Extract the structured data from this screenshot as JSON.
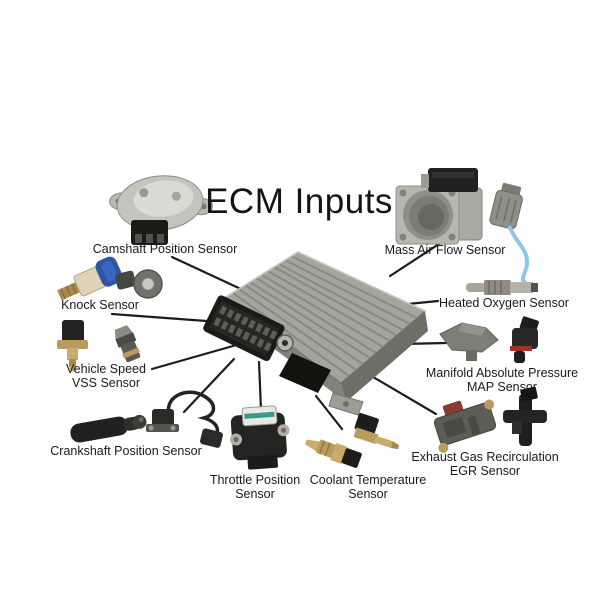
{
  "title": "ECM Inputs",
  "colors": {
    "background": "#ffffff",
    "text": "#1a1a1a",
    "leader_line": "#1c1c1c",
    "ecm_body": "#a5a59d",
    "o2_cable_blue": "#8ec6e8",
    "brass": "#b99b5f",
    "knock_cap_blue": "#2e55a8"
  },
  "diagram_type": "labeled-hub-diagram",
  "hub": {
    "name": "ECM module"
  },
  "sensors": [
    {
      "id": "camshaft-position",
      "lines": [
        "Camshaft Position Sensor"
      ]
    },
    {
      "id": "mass-air-flow",
      "lines": [
        "Mass Air Flow Sensor"
      ]
    },
    {
      "id": "knock",
      "lines": [
        "Knock Sensor"
      ]
    },
    {
      "id": "heated-oxygen",
      "lines": [
        "Heated Oxygen Sensor"
      ]
    },
    {
      "id": "vehicle-speed",
      "lines": [
        "Vehicle Speed",
        "VSS Sensor"
      ]
    },
    {
      "id": "manifold-absolute-pressure",
      "lines": [
        "Manifold Absolute Pressure",
        "MAP Sensor"
      ]
    },
    {
      "id": "crankshaft-position",
      "lines": [
        "Crankshaft Position Sensor"
      ]
    },
    {
      "id": "exhaust-gas-recirculation",
      "lines": [
        "Exhaust Gas Recirculation",
        "EGR Sensor"
      ]
    },
    {
      "id": "throttle-position",
      "lines": [
        "Throttle Position",
        "Sensor"
      ]
    },
    {
      "id": "coolant-temperature",
      "lines": [
        "Coolant Temperature",
        "Sensor"
      ]
    }
  ]
}
